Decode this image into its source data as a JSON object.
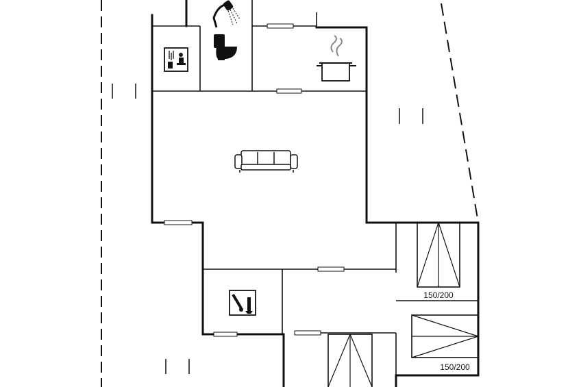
{
  "floorplan": {
    "colors": {
      "wall": "#111111",
      "background": "#ffffff",
      "door_gap": "#ffffff"
    },
    "rooms": [
      {
        "name": "sauna",
        "icon": "sauna-icon"
      },
      {
        "name": "bathroom",
        "icons": [
          "shower-icon",
          "toilet-icon"
        ]
      },
      {
        "name": "kitchen",
        "icon": "cooking-pot-icon"
      },
      {
        "name": "living-room",
        "icon": "sofa-icon"
      },
      {
        "name": "utility-room",
        "icon": "washing-brush-icon"
      },
      {
        "name": "bedroom-1",
        "bed_label": "150/200"
      },
      {
        "name": "bedroom-2",
        "bed_label": "150/200"
      }
    ]
  }
}
